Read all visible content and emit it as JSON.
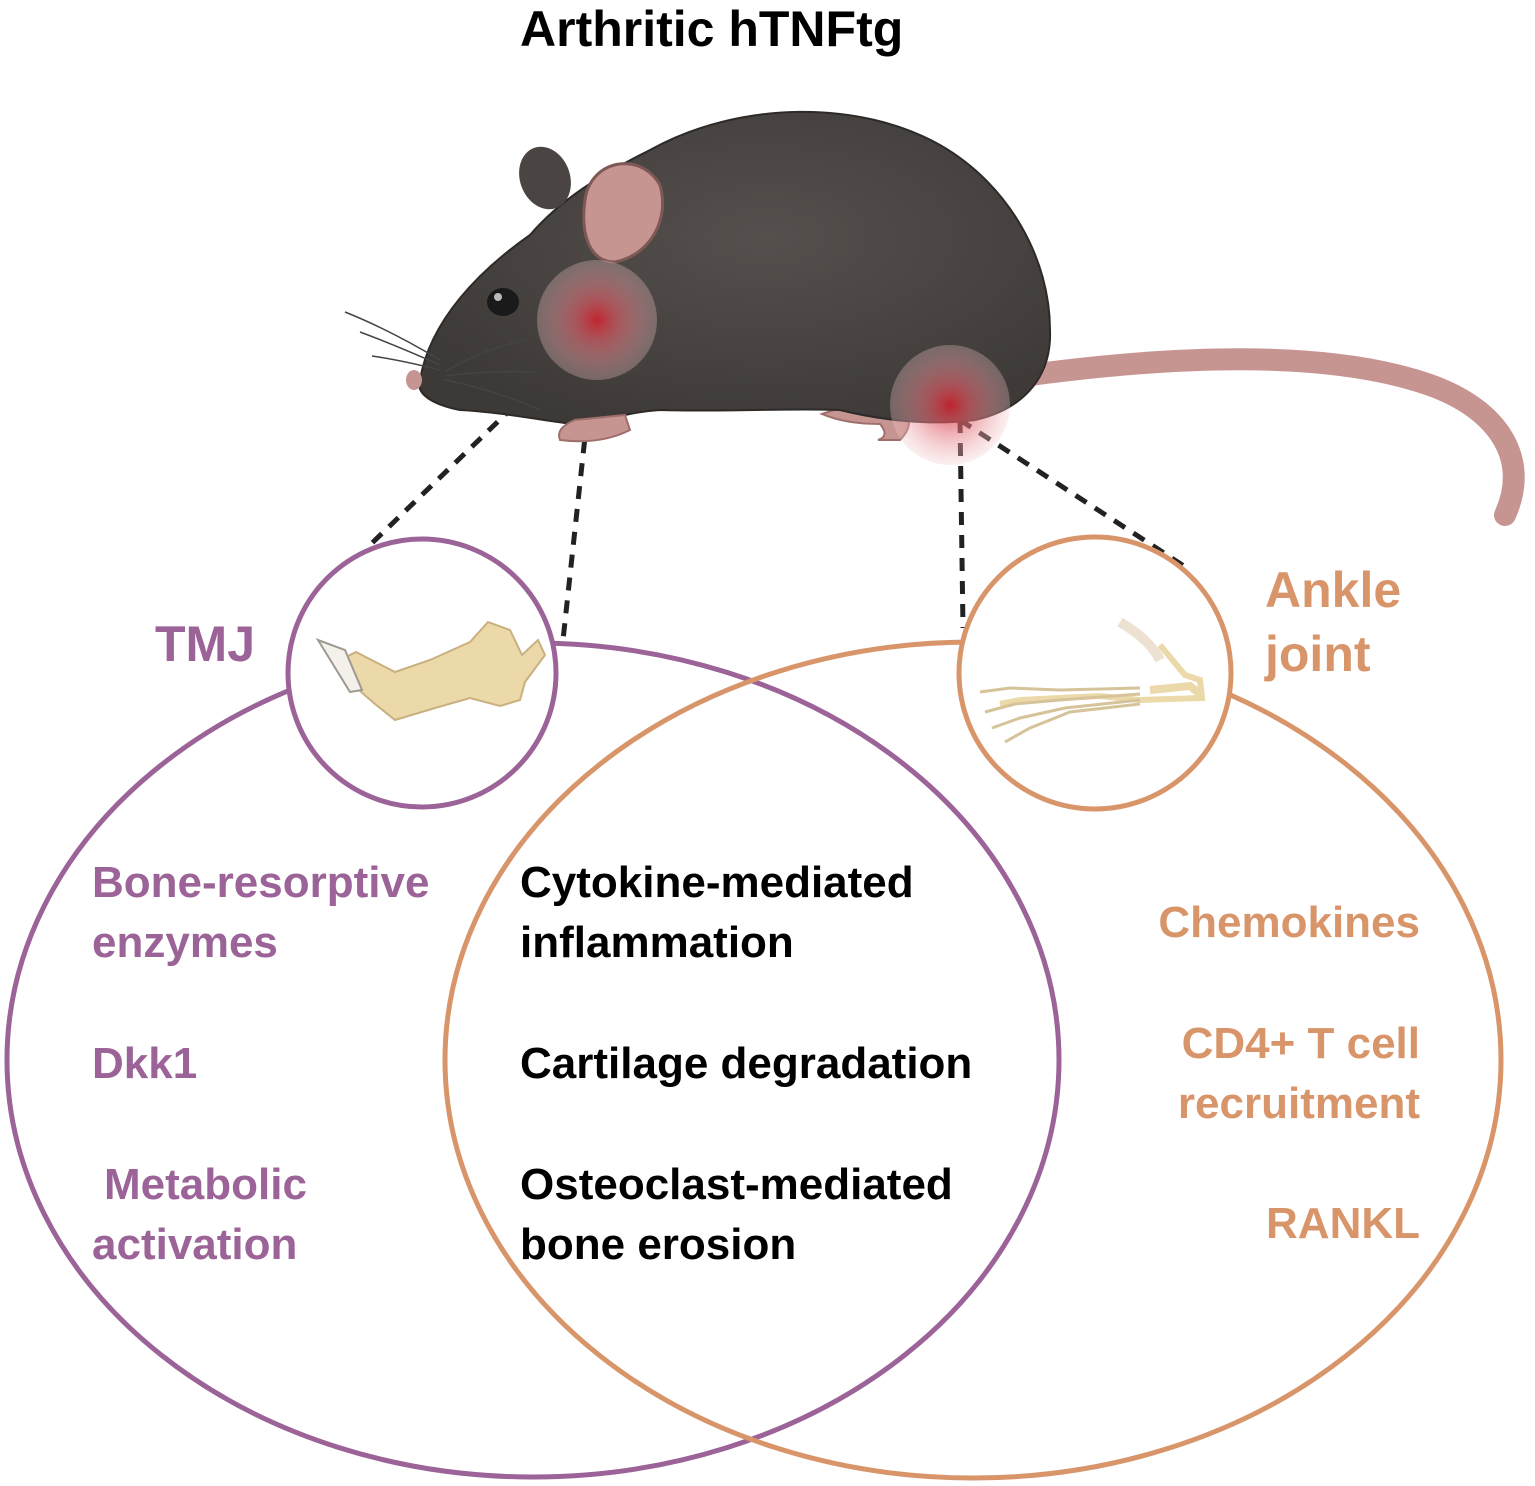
{
  "title": "Arthritic hTNFtg",
  "colors": {
    "tmj": "#9b6397",
    "ankle": "#d9956a",
    "shared": "#000000",
    "mouse_body": "#4a4542",
    "mouse_ear_tail": "#c79591",
    "inflammation": "#d61f2c",
    "bone": "#ecd9aa"
  },
  "icons": [
    "mouse-illustration",
    "mandible-bone-icon",
    "hind-paw-bones-icon",
    "inflammation-glow-icon"
  ],
  "tmj": {
    "label": "TMJ",
    "items": [
      [
        "Bone-resorptive",
        "enzymes"
      ],
      [
        "Dkk1"
      ],
      [
        "Metabolic",
        "activation"
      ]
    ]
  },
  "ankle": {
    "label": [
      "Ankle",
      "joint"
    ],
    "items": [
      [
        "Chemokines"
      ],
      [
        "CD4+ T cell",
        "recruitment"
      ],
      [
        "RANKL"
      ]
    ]
  },
  "shared": {
    "items": [
      [
        "Cytokine-mediated",
        "inflammation"
      ],
      [
        "Cartilage degradation"
      ],
      [
        "Osteoclast-mediated",
        "bone erosion"
      ]
    ]
  }
}
